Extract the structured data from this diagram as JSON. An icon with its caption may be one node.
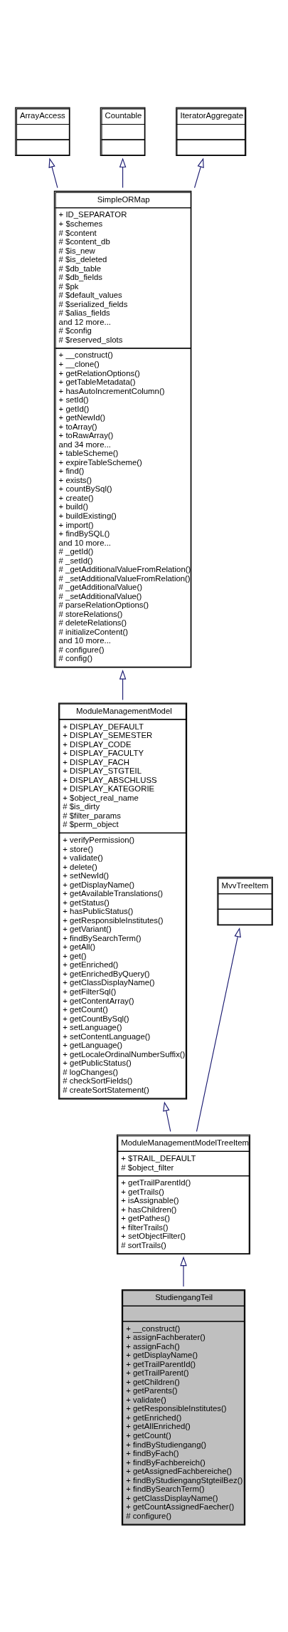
{
  "diagram": {
    "nodes": [
      {
        "text": [
          "ArrayAccess"
        ]
      },
      {
        "text": [
          "Countable"
        ]
      },
      {
        "text": [
          "IteratorAggregate"
        ]
      },
      {
        "text": [
          "SimpleORMap",
          "+ ID_SEPARATOR",
          "+ $schemes",
          "# $content",
          "# $content_db",
          "# $is_new",
          "# $is_deleted",
          "# $db_table",
          "# $db_fields",
          "# $pk",
          "# $default_values",
          "# $serialized_fields",
          "# $alias_fields",
          "and 12 more...",
          "# $config",
          "# $reserved_slots",
          "+ __construct()",
          "+ __clone()",
          "+ getRelationOptions()",
          "+ getTableMetadata()",
          "+ hasAutoIncrementColumn()",
          "+ setId()",
          "+ getId()",
          "+ getNewId()",
          "+ toArray()",
          "+ toRawArray()",
          "and 34 more...",
          "+ tableScheme()",
          "+ expireTableScheme()",
          "+ find()",
          "+ exists()",
          "+ countBySql()",
          "+ create()",
          "+ build()",
          "+ buildExisting()",
          "+ import()",
          "+ findBySQL()",
          "and 10 more...",
          "# _getId()",
          "# _setId()",
          "# _getAdditionalValueFromRelation()",
          "# _setAdditionalValueFromRelation()",
          "# _getAdditionalValue()",
          "# _setAdditionalValue()",
          "# parseRelationOptions()",
          "# storeRelations()",
          "# deleteRelations()",
          "# initializeContent()",
          "and 10 more...",
          "# configure()",
          "# config()"
        ]
      },
      {
        "text": [
          "ModuleManagementModel",
          "+ DISPLAY_DEFAULT",
          "+ DISPLAY_SEMESTER",
          "+ DISPLAY_CODE",
          "+ DISPLAY_FACULTY",
          "+ DISPLAY_FACH",
          "+ DISPLAY_STGTEIL",
          "+ DISPLAY_ABSCHLUSS",
          "+ DISPLAY_KATEGORIE",
          "+ $object_real_name",
          "# $is_dirty",
          "# $filter_params",
          "# $perm_object",
          "+ verifyPermission()",
          "+ store()",
          "+ validate()",
          "+ delete()",
          "+ setNewId()",
          "+ getDisplayName()",
          "+ getAvailableTranslations()",
          "+ getStatus()",
          "+ hasPublicStatus()",
          "+ getResponsibleInstitutes()",
          "+ getVariant()",
          "+ findBySearchTerm()",
          "+ getAll()",
          "+ get()",
          "+ getEnriched()",
          "+ getEnrichedByQuery()",
          "+ getClassDisplayName()",
          "+ getFilterSql()",
          "+ getContentArray()",
          "+ getCount()",
          "+ getCountBySql()",
          "+ setLanguage()",
          "+ setContentLanguage()",
          "+ getLanguage()",
          "+ getLocaleOrdinalNumberSuffix()",
          "+ getPublicStatus()",
          "# logChanges()",
          "# checkSortFields()",
          "# createSortStatement()"
        ]
      },
      {
        "text": [
          "MvvTreeItem"
        ]
      },
      {
        "text": [
          "ModuleManagementModelTreeItem",
          "+ $TRAIL_DEFAULT",
          "# $object_filter",
          "+ getTrailParentId()",
          "+ getTrails()",
          "+ isAssignable()",
          "+ hasChildren()",
          "+ getPathes()",
          "+ filterTrails()",
          "+ setObjectFilter()",
          "# sortTrails()"
        ]
      },
      {
        "text": [
          "StudiengangTeil",
          "+ __construct()",
          "+ assignFachberater()",
          "+ assignFach()",
          "+ getDisplayName()",
          "+ getTrailParentId()",
          "+ getTrailParent()",
          "+ getChildren()",
          "+ getParents()",
          "+ validate()",
          "+ getResponsibleInstitutes()",
          "+ getEnriched()",
          "+ getAllEnriched()",
          "+ getCount()",
          "+ findByStudiengang()",
          "+ findByFach()",
          "+ findByFachbereich()",
          "+ getAssignedFachbereiche()",
          "+ findByStudiengangStgteilBez()",
          "+ findBySearchTerm()",
          "+ getClassDisplayName()",
          "+ getCountAssignedFaecher()",
          "# configure()"
        ]
      }
    ],
    "edges": [
      {
        "from": 3,
        "to": 0,
        "arrow": "to"
      },
      {
        "from": 3,
        "to": 1,
        "arrow": "to"
      },
      {
        "from": 3,
        "to": 2,
        "arrow": "to"
      },
      {
        "from": 4,
        "to": 3,
        "arrow": "to"
      },
      {
        "from": 6,
        "to": 4,
        "arrow": "to"
      },
      {
        "from": 6,
        "to": 5,
        "arrow": "to"
      },
      {
        "from": 7,
        "to": 6,
        "arrow": "to"
      }
    ]
  }
}
